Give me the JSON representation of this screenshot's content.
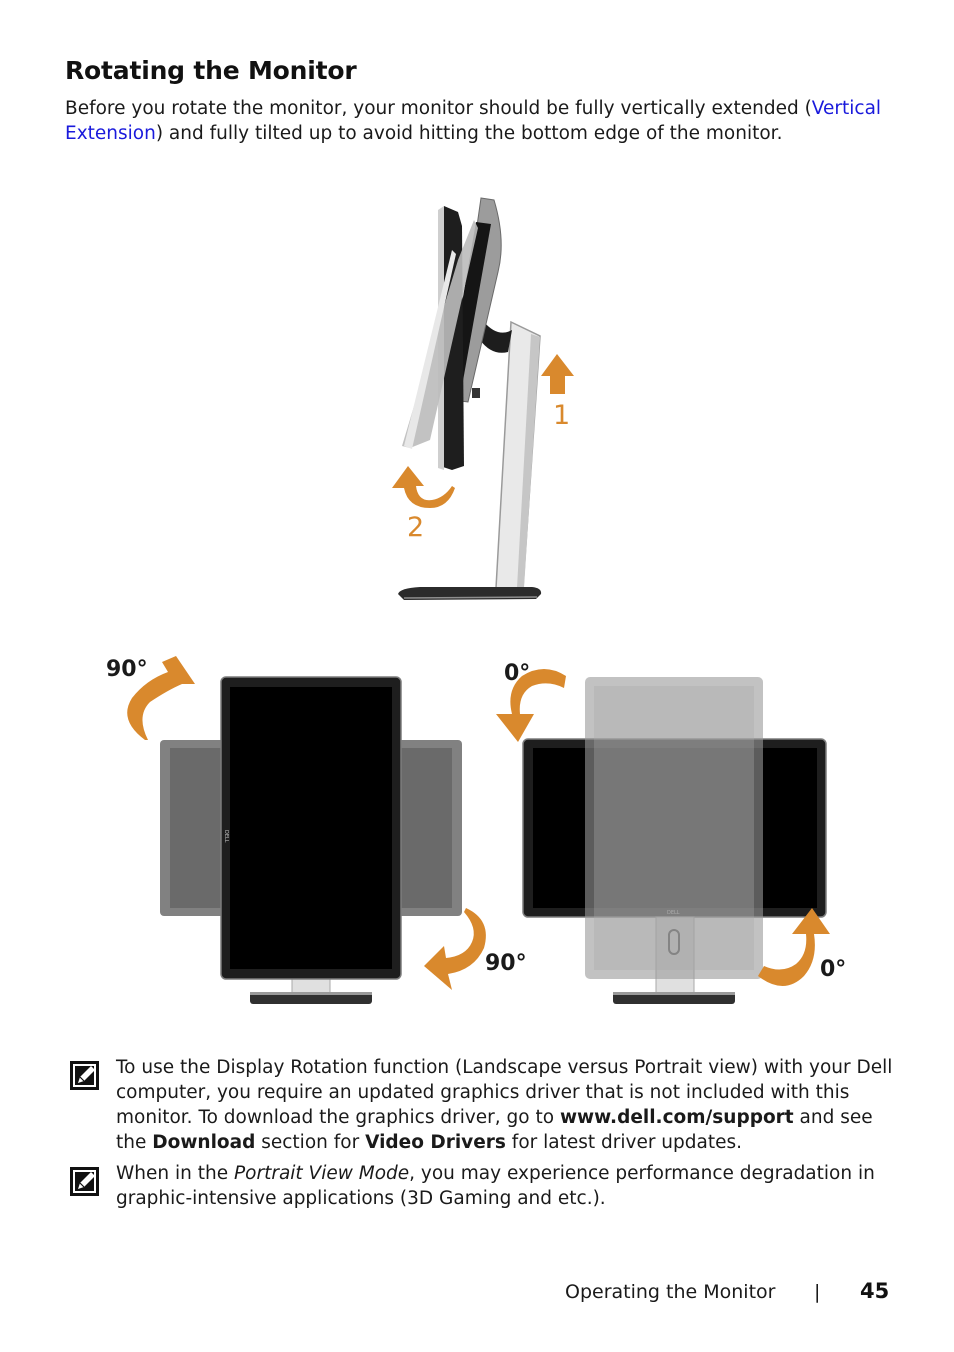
{
  "heading": "Rotating the Monitor",
  "intro": {
    "before": "Before you rotate the monitor, your monitor should be fully vertically extended (",
    "link": "Vertical Extension",
    "after": ") and fully tilted up to avoid hitting the bottom edge of the monitor."
  },
  "figure_side": {
    "step1": "1",
    "step2": "2"
  },
  "figure_rotate": {
    "left_top_angle": "90°",
    "left_bottom_angle": "90°",
    "right_top_angle": "0°",
    "right_bottom_angle": "0°",
    "bezel_logo": "DELL"
  },
  "notes": [
    {
      "t1": "To use the Display Rotation function (Landscape versus Portrait view) with your Dell computer, you require an updated graphics driver that is not included with this monitor. To download the graphics driver, go to ",
      "b1": "www.dell.com/support",
      "t2": " and see the ",
      "b2": "Download",
      "t3": " section for ",
      "b3": "Video Drivers",
      "t4": " for latest driver updates."
    },
    {
      "t1": "When in the ",
      "i1": "Portrait View Mode",
      "t2": ", you may experience performance degradation in graphic-intensive applications (3D Gaming and etc.)."
    }
  ],
  "footer": {
    "label": "Operating the Monitor",
    "separator": "|",
    "page": "45"
  },
  "colors": {
    "arrow": "#d9892d",
    "link": "#1a1adc",
    "screen": "#000000",
    "bezel": "#1e1e1e",
    "ghost": "#7a7a7a"
  }
}
